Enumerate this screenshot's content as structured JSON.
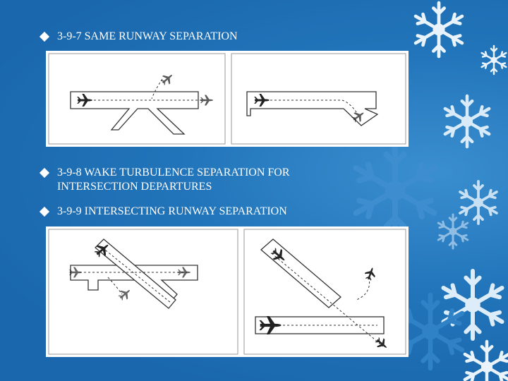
{
  "slide": {
    "bullets": [
      {
        "text": "3-9-7 SAME RUNWAY SEPARATION"
      },
      {
        "text": "3-9-8 WAKE TURBULENCE SEPARATION FOR INTERSECTION DEPARTURES"
      },
      {
        "text": "3-9-9 INTERSECTING RUNWAY SEPARATION"
      }
    ]
  },
  "icons": {
    "bullet": "diamond-bullet-icon",
    "aircraft": "airplane-icon",
    "background": "snowflake-icon"
  },
  "colors": {
    "background": "#1f6fb4",
    "text": "#ffffff",
    "diagram_ink": "#222222"
  }
}
